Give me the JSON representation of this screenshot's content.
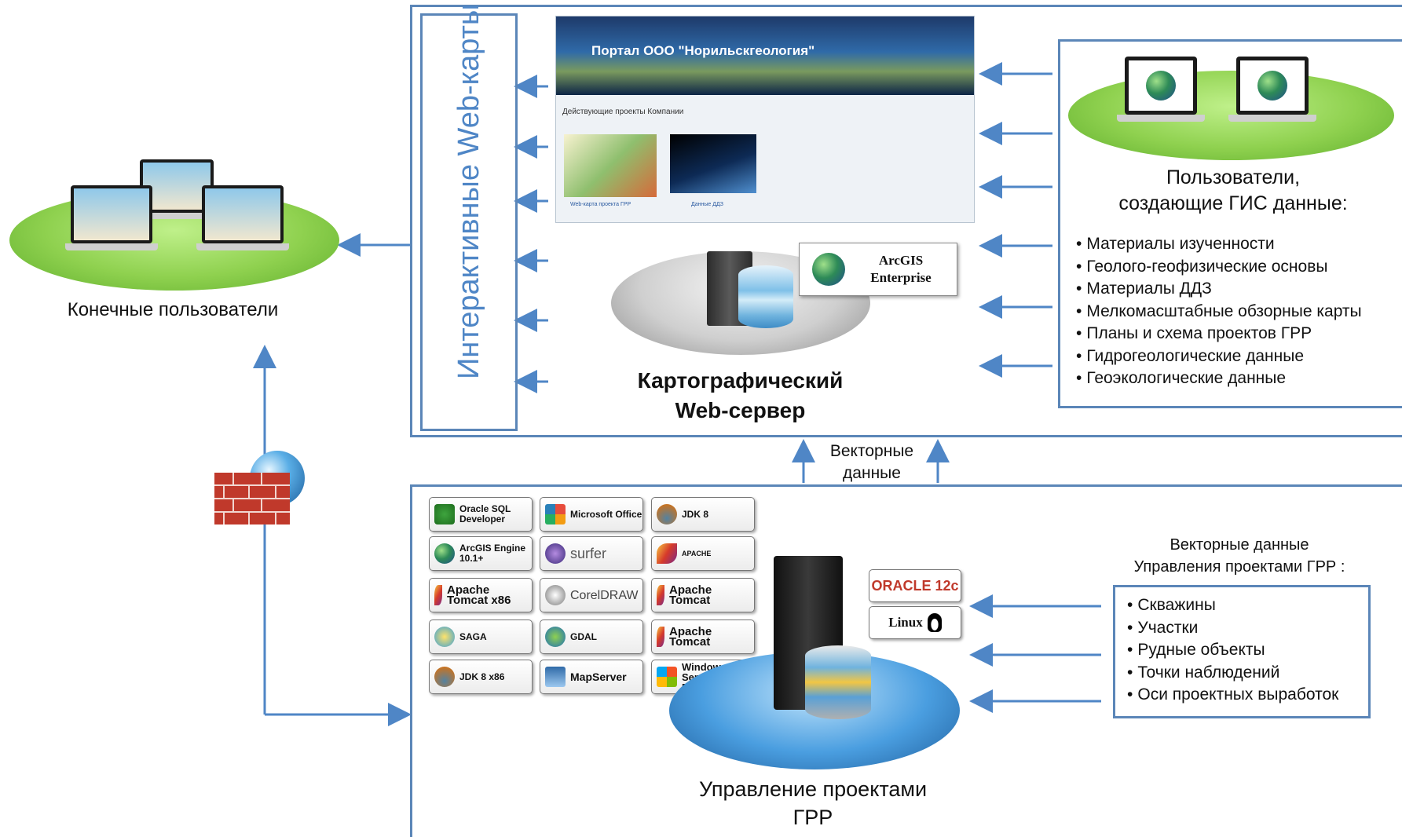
{
  "left": {
    "end_users_label": "Конечные пользователи"
  },
  "web": {
    "vertical_label": "Интерактивные Web-карты",
    "portal_banner": "Портал ООО \"Норильскгеология\"",
    "portal_section": "Действующие проекты Компании",
    "portal_thumb1": "Web-карта проекта ГРР",
    "portal_thumb2": "Данные ДДЗ",
    "arcgis_line1": "ArcGIS",
    "arcgis_line2": "Enterprise",
    "server_line1": "Картографический",
    "server_line2": "Web-сервер"
  },
  "gis_users": {
    "title_line1": "Пользователи,",
    "title_line2": "создающие ГИС данные:",
    "items": [
      "Материалы изученности",
      "Геолого-геофизические основы",
      "Материалы ДДЗ",
      "Мелкомасштабные обзорные карты",
      "Планы и схема проектов ГРР",
      "Гидрогеологические данные",
      "Геоэкологические данные"
    ]
  },
  "vector_link": {
    "line1": "Векторные",
    "line2": "данные"
  },
  "software": [
    {
      "label": "Oracle SQL Developer",
      "icon": "oracle-sql-developer-icon"
    },
    {
      "label": "Microsoft Office",
      "icon": "microsoft-office-icon"
    },
    {
      "label": "JDK 8",
      "icon": "java-icon"
    },
    {
      "label": "ArcGIS Engine 10.1+",
      "icon": "arcgis-globe-icon"
    },
    {
      "label": "surfer",
      "icon": "surfer-icon"
    },
    {
      "label": "APACHE",
      "icon": "apache-feather-icon"
    },
    {
      "label": "Apache Tomcat x86",
      "icon": "tomcat-icon"
    },
    {
      "label": "CorelDRAW",
      "icon": "coreldraw-icon"
    },
    {
      "label": "Apache Tomcat",
      "icon": "tomcat-icon"
    },
    {
      "label": "SAGA",
      "icon": "saga-icon"
    },
    {
      "label": "GDAL",
      "icon": "gdal-icon"
    },
    {
      "label": "Apache Tomcat",
      "icon": "tomcat-icon"
    },
    {
      "label": "JDK 8 x86",
      "icon": "java-icon"
    },
    {
      "label": "MapServer",
      "icon": "mapserver-icon"
    },
    {
      "label": "Windows Server 2008 R2",
      "icon": "windows-icon"
    }
  ],
  "db_badges": {
    "oracle": "ORACLE 12c",
    "linux": "Linux"
  },
  "grr": {
    "title_line1": "Управление проектами",
    "title_line2": "ГРР",
    "vector_title_line1": "Векторные данные",
    "vector_title_line2": "Управления проектами ГРР :",
    "items": [
      "Скважины",
      "Участки",
      "Рудные объекты",
      "Точки наблюдений",
      "Оси проектных выработок"
    ]
  },
  "colors": {
    "frame": "#5b86b8",
    "arrow": "#4f86c6",
    "green_disc": "#8fd14f",
    "blue_disc": "#4a9ee0"
  }
}
